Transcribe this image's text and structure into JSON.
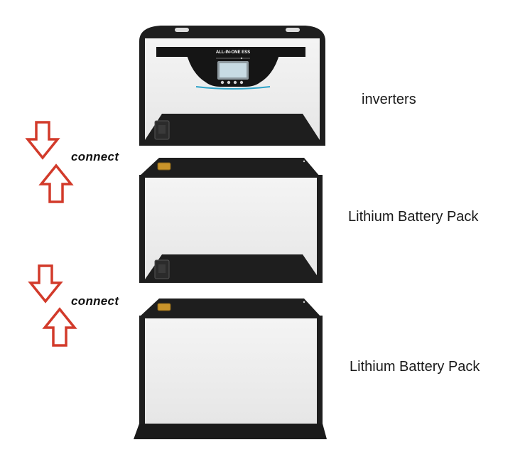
{
  "device_labels": {
    "inverter": "inverters",
    "battery_1": "Lithium Battery Pack",
    "battery_2": "Lithium Battery Pack"
  },
  "connectors": {
    "upper": "connect",
    "lower": "connect"
  },
  "inverter_panel": {
    "brand_text": "ALL-IN-ONE ESS"
  },
  "colors": {
    "arrow": "#d23a2a",
    "case": "#1e1e1e",
    "panel": "#ececec",
    "accent_line": "#2fa3c8",
    "terminal": "#c9942a"
  },
  "icons": {
    "arrow_down": "arrow-down-icon",
    "arrow_up": "arrow-up-icon"
  }
}
